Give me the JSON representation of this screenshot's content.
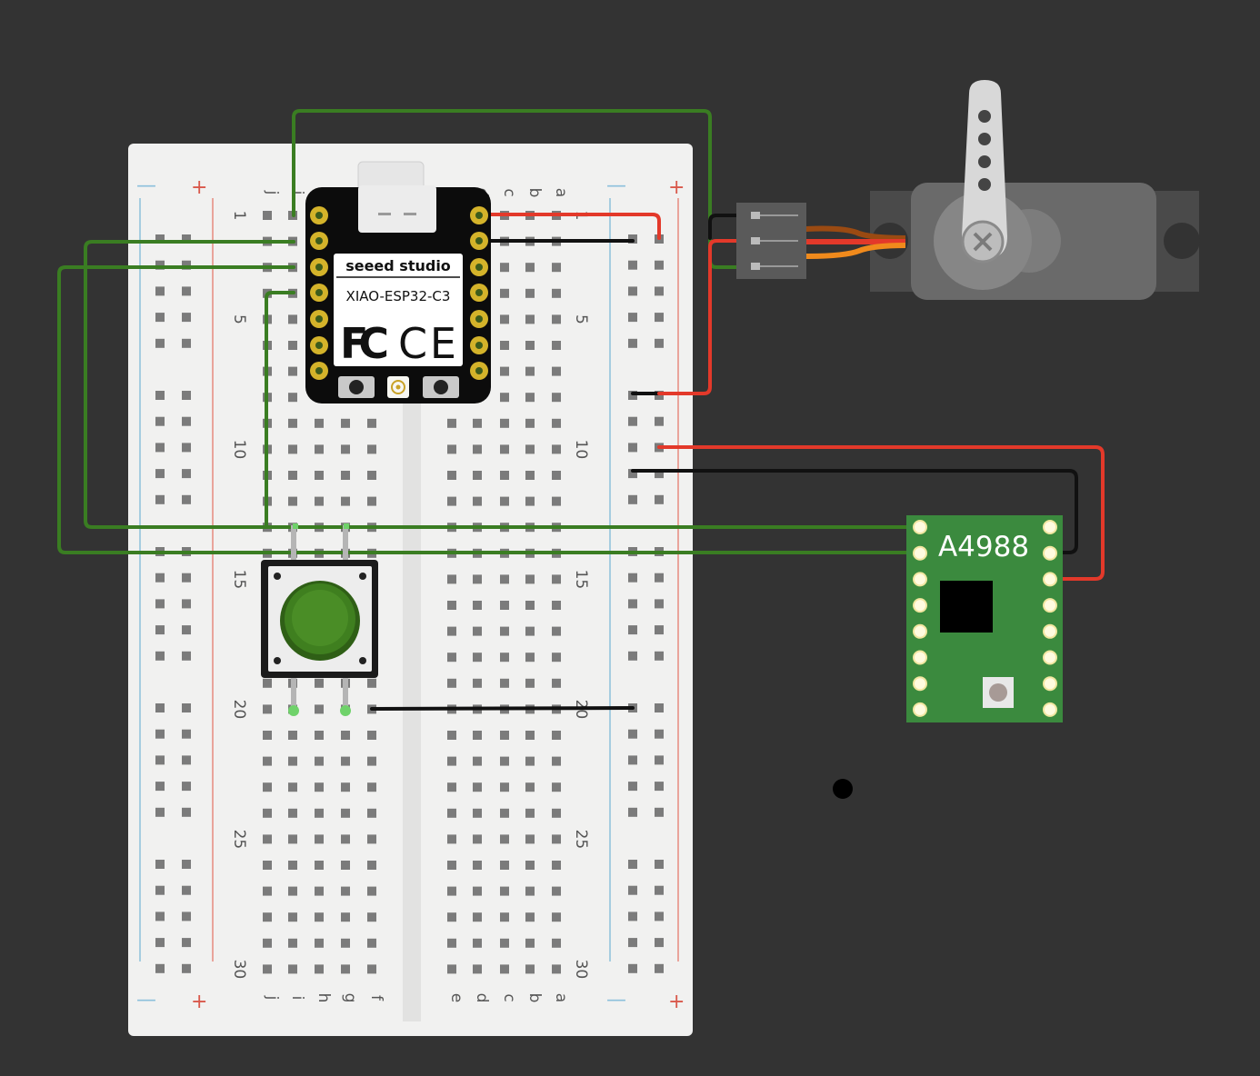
{
  "breadboard": {
    "row_labels_left": [
      "j",
      "i",
      "h",
      "g",
      "f"
    ],
    "row_labels_right": [
      "e",
      "d",
      "c",
      "b",
      "a"
    ],
    "column_numbers": [
      "1",
      "5",
      "10",
      "15",
      "20",
      "25",
      "30"
    ],
    "rail_plus": "+",
    "rail_minus": "—"
  },
  "xiao": {
    "brand": "seeed studio",
    "model": "XIAO-ESP32-C3",
    "cert_fc": "FC",
    "cert_ce": "CE"
  },
  "driver": {
    "name": "A4988"
  },
  "colors": {
    "background": "#333333",
    "breadboard": "#f1f1f0",
    "wire_green": "#3a7d22",
    "wire_red": "#e3392a",
    "wire_black": "#111111",
    "driver_pcb": "#3b8a3e",
    "button_cap": "#3f7f1f"
  }
}
